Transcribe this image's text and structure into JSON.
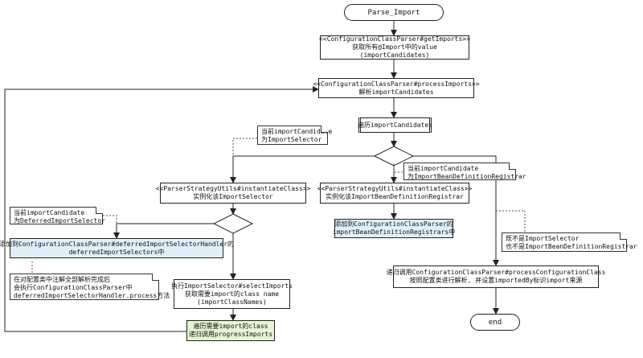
{
  "nodes": {
    "start": {
      "lines": [
        "Parse_Import"
      ]
    },
    "get_imports": {
      "lines": [
        "<<ConfigurationClassParser#getImports>>",
        "获取所有@Import中的value",
        "(importCandidates)"
      ]
    },
    "process_imports": {
      "lines": [
        "<<ConfigurationClassParser#processImports>>",
        "解析importCandidates"
      ]
    },
    "iterate_candidates": {
      "lines": [
        "遍历importCandidates"
      ]
    },
    "instantiate_selector": {
      "lines": [
        "<<ParserStrategyUtils#instantiateClass>>",
        "实例化该ImportSelector"
      ]
    },
    "instantiate_registrar": {
      "lines": [
        "<<ParserStrategyUtils#instantiateClass>>",
        "实例化该ImportBeanDefinitionRegistrar"
      ]
    },
    "add_registrar": {
      "lines": [
        "添加到ConfigurationClassParser的",
        "importBeanDefinitionRegistrars中"
      ]
    },
    "add_deferred": {
      "lines": [
        "添加到ConfigurationClassParser#deferredImportSelectorHandler的",
        "deferredImportSelectors中"
      ]
    },
    "select_imports": {
      "lines": [
        "执行ImportSelector#selectImports",
        "获取需要import的class name",
        "(importClassNames)"
      ]
    },
    "recurse_config": {
      "lines": [
        "递归调用ConfigurationClassParser#processConfigurationClass",
        "按照配置类进行解析, 并设置importedBy标识import来源"
      ]
    },
    "iterate_recurse": {
      "lines": [
        "遍历需要import的class",
        "递归调用progressImports"
      ]
    },
    "end": {
      "lines": [
        "end"
      ]
    }
  },
  "notes": {
    "is_selector": {
      "lines": [
        "当前importCandidate",
        "为ImportSelector"
      ]
    },
    "is_registrar": {
      "lines": [
        "当前importCandidate",
        "为ImportBeanDefinitionRegistrar"
      ]
    },
    "is_deferred": {
      "lines": [
        "当前importCandidate",
        "为DeferredImportSelector"
      ]
    },
    "deferred_process": {
      "lines": [
        "在对配置类中注解全部解析完成后",
        "会执行ConfigurationClassParser中",
        "deferredImportSelectorHandler.process方法"
      ]
    },
    "neither": {
      "lines": [
        "既不是ImportSelector",
        "也不是ImportBeanDefinitionRegistrar"
      ]
    }
  },
  "colors": {
    "stroke": "#222222",
    "blue_fill": "#dff0fb",
    "green_fill": "#e6f5d4"
  }
}
